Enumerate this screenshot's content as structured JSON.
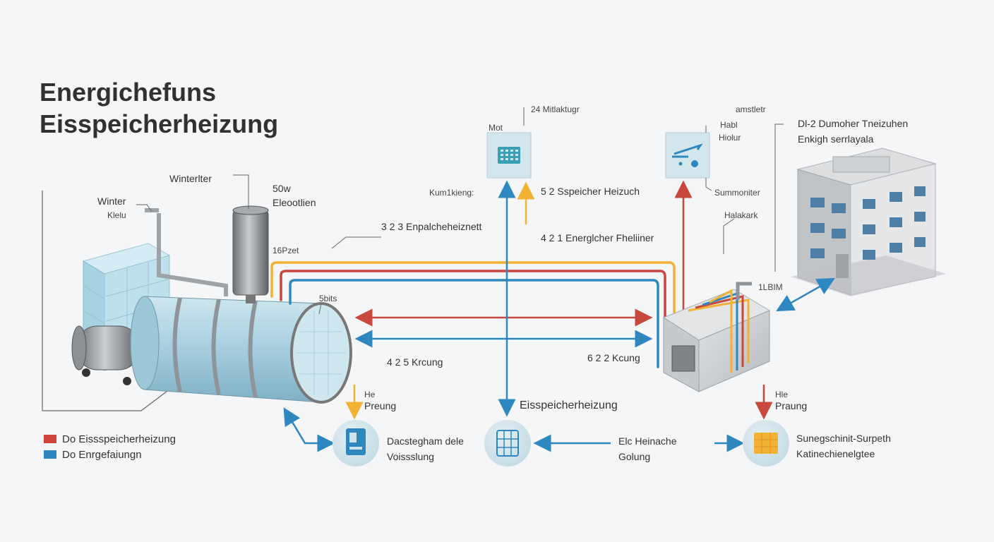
{
  "title": {
    "line1": "Energichefuns",
    "line2": "Eisspeicherheizung"
  },
  "labels": {
    "winter": "Winter",
    "winter_sub": "Klelu",
    "winterlter": "Winterlter",
    "sow": "50w",
    "eleootlien": "Eleootlien",
    "l6pzet": "16Pzet",
    "sbits": "5bits",
    "enp": "3 2 3  Enpalcheheiznett",
    "mitte": "24  Mitlaktugr",
    "mot": "Mot",
    "kumlkieng": "Kum1kieng:",
    "sspeicher": "5 2  Sspeicher  Heizuch",
    "energicher": "4 2 1  Energlcher  Fheliiner",
    "amstletr": "amstletr",
    "habl": "Habl",
    "holur": "Hiolur",
    "summoniter": "Summoniter",
    "halakark": "Halakark",
    "llbim": "1LBIM",
    "building_line1": "Dl-2  Dumoher  Tneizuhen",
    "building_line2": "Enkigh  serrlayala",
    "krcung_left": "4 2  5  Krcung",
    "kcung_right": "6 2 2  Kcung",
    "bottom_center": "Eisspeicherheizung",
    "he_left_1": "He",
    "he_left_2": "Preung",
    "he_right_1": "Hle",
    "he_right_2": "Praung",
    "node1_line1": "Dacstegham dele",
    "node1_line2": "Voissslung",
    "node3_line1": "Elc  Heinache",
    "node3_line2": "Golung",
    "node4_line1": "Sunegschinit-Surpeth",
    "node4_line2": "Katinechienelgtee"
  },
  "legend": [
    {
      "label": "Do Eissspeicherheizung",
      "color": "#d0453b"
    },
    {
      "label": "Do Enrgefaiungn",
      "color": "#2e86c1"
    }
  ],
  "colors": {
    "red": "#c9473d",
    "blue": "#2f87bf",
    "yellow": "#f2b233",
    "teal": "#3a9fb5",
    "ice": "#b9dde9",
    "node_bg": "#cfe3ea"
  },
  "icons": {
    "control_panel": "panel-icon",
    "weather": "weather-icon",
    "dispenser": "dispenser-icon",
    "grid": "grid-icon",
    "solar": "solar-icon"
  }
}
